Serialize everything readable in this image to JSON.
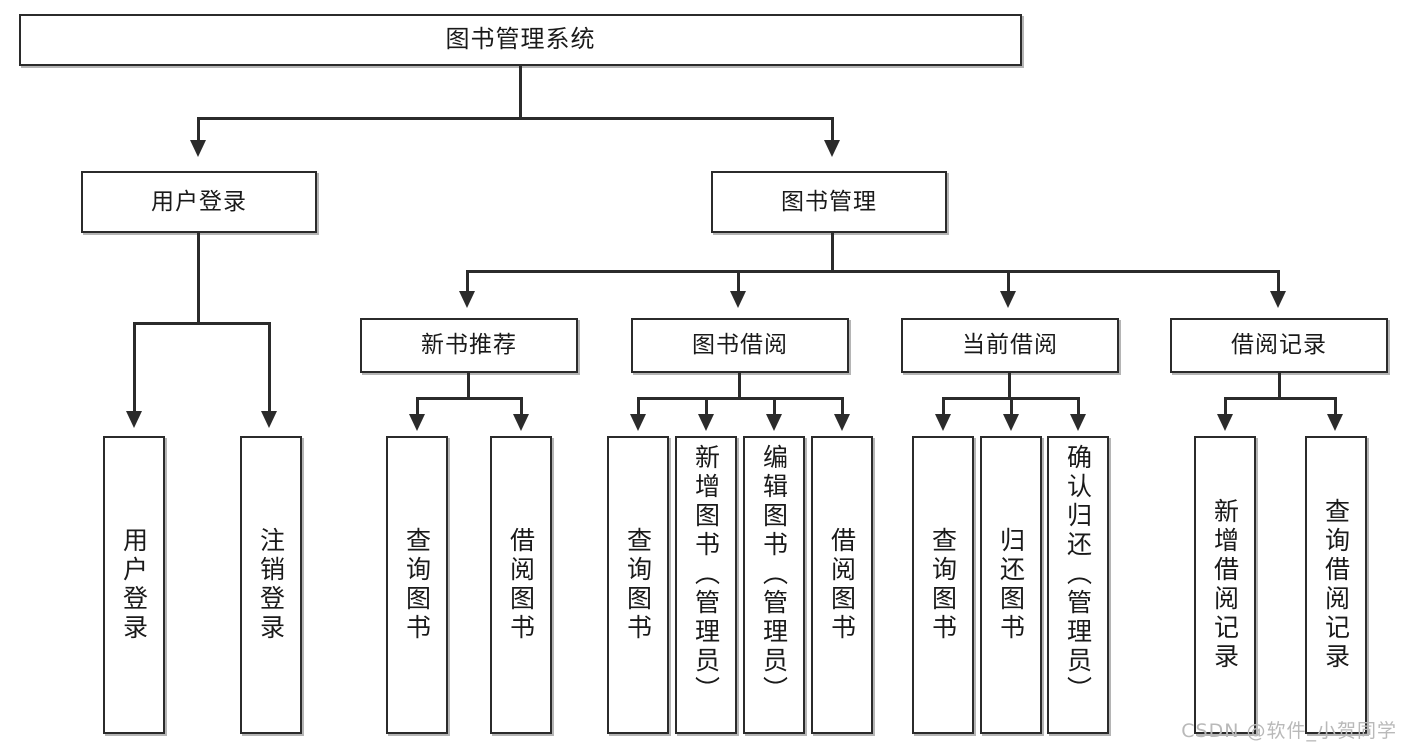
{
  "diagram": {
    "title": "图书管理系统",
    "type": "tree",
    "watermark": "CSDN @软件_小贺同学",
    "colors": {
      "stroke": "#2b2b2b",
      "fill": "#ffffff",
      "text": "#1a1a1a",
      "watermark": "#b9b9b9"
    },
    "root": {
      "label": "图书管理系统"
    },
    "level2": [
      {
        "label": "用户登录"
      },
      {
        "label": "图书管理"
      }
    ],
    "level3": [
      {
        "label": "新书推荐"
      },
      {
        "label": "图书借阅"
      },
      {
        "label": "当前借阅"
      },
      {
        "label": "借阅记录"
      }
    ],
    "leaves_user_login": [
      {
        "label": "用户登录"
      },
      {
        "label": "注销登录"
      }
    ],
    "leaves_new_book": [
      {
        "label": "查询图书"
      },
      {
        "label": "借阅图书"
      }
    ],
    "leaves_borrow": [
      {
        "label": "查询图书"
      },
      {
        "label": "新增图书（管理员）"
      },
      {
        "label": "编辑图书（管理员）"
      },
      {
        "label": "借阅图书"
      }
    ],
    "leaves_current": [
      {
        "label": "查询图书"
      },
      {
        "label": "归还图书"
      },
      {
        "label": "确认归还（管理员）"
      }
    ],
    "leaves_record": [
      {
        "label": "新增借阅记录"
      },
      {
        "label": "查询借阅记录"
      }
    ]
  }
}
